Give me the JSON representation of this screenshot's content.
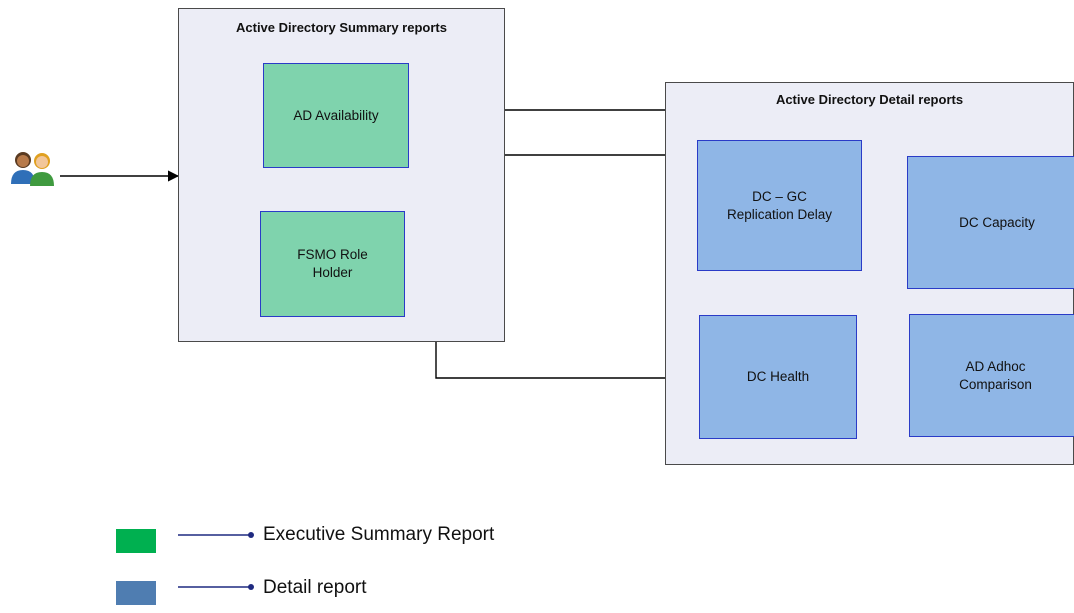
{
  "groups": {
    "summary": {
      "title": "Active Directory Summary reports"
    },
    "detail": {
      "title": "Active Directory Detail reports"
    }
  },
  "nodes": {
    "ad_availability": "AD Availability",
    "fsmo_role_holder": "FSMO Role Holder",
    "dc_gc_replication": "DC – GC Replication Delay",
    "dc_capacity": "DC Capacity",
    "dc_health": "DC Health",
    "ad_adhoc_comparison": "AD Adhoc Comparison"
  },
  "legend": {
    "items": [
      {
        "label": "Executive Summary Report",
        "color": "#00b050",
        "line_color": "#1f2a80"
      },
      {
        "label": "Detail report",
        "color": "#4f7db1",
        "line_color": "#1f2a80"
      }
    ]
  },
  "icons": {
    "users": "users-icon"
  },
  "colors": {
    "summary_node": "#7fd3ad",
    "detail_node": "#8fb6e6",
    "group_background": "#ecedf6",
    "node_border": "#2a3bc7"
  }
}
